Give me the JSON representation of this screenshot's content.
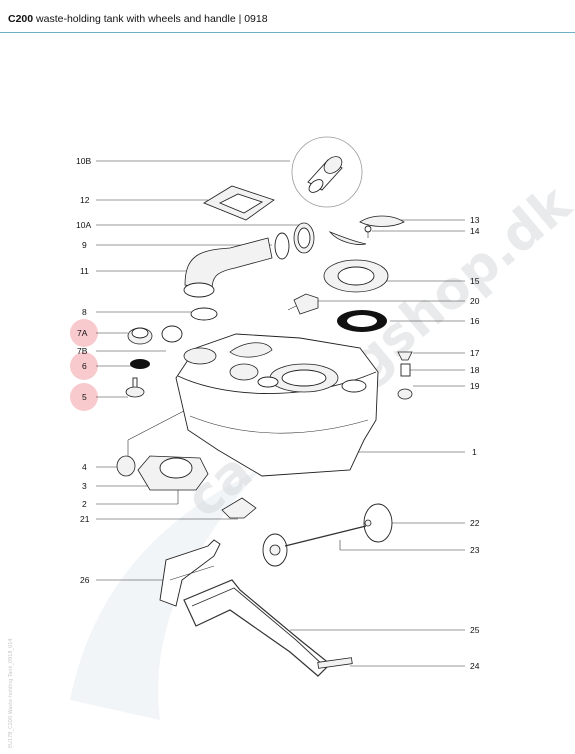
{
  "header": {
    "model": "C200",
    "title": "waste-holding tank with wheels and handle | 0918",
    "rule_color": "#6fb0c6"
  },
  "watermark": {
    "text": "campingshop.dk"
  },
  "side_text": "EU17B_C200 Waste-holding Tank_0918_014",
  "highlight_color": "#f6b8be",
  "labels": {
    "l10B": "10B",
    "l12": "12",
    "l10A": "10A",
    "l9": "9",
    "l11": "11",
    "l8": "8",
    "l7A": "7A",
    "l7B": "7B",
    "l6": "6",
    "l5": "5",
    "l4": "4",
    "l3": "3",
    "l2": "2",
    "l21": "21",
    "l26": "26",
    "l13": "13",
    "l14": "14",
    "l15": "15",
    "l20": "20",
    "l16": "16",
    "l17": "17",
    "l18": "18",
    "l19": "19",
    "l1": "1",
    "l22": "22",
    "l23": "23",
    "l25": "25",
    "l24": "24"
  }
}
